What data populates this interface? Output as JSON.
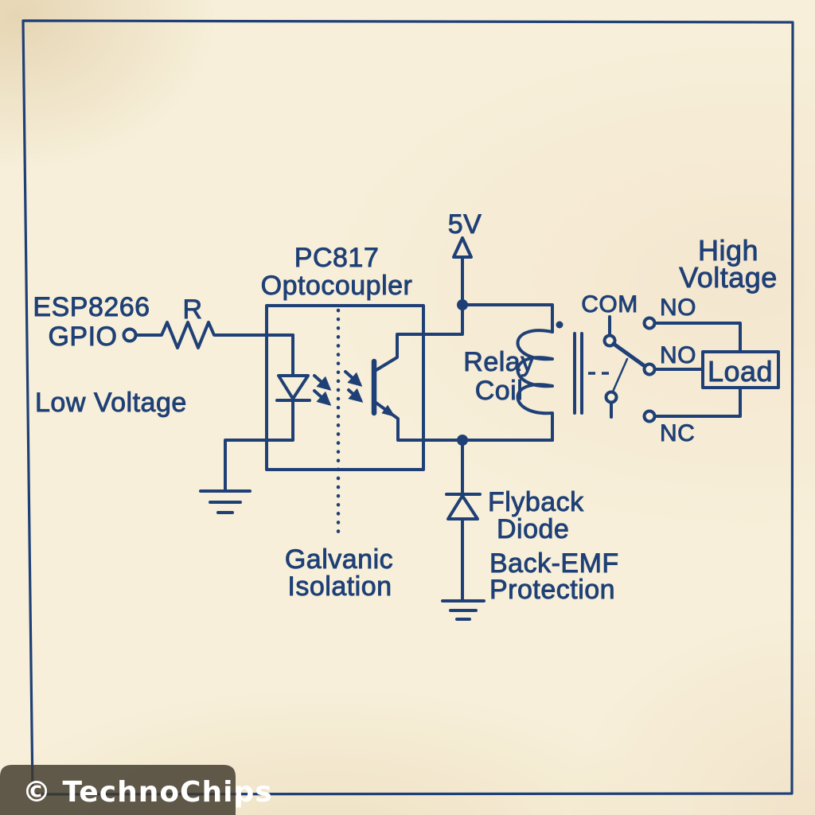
{
  "colors": {
    "ink": "#1f4076",
    "paper": "#f7efd9",
    "terminal_fill": "#f8f0da",
    "watermark_bg": "rgba(62,56,43,0.82)",
    "watermark_text": "#ffffff"
  },
  "input_side": {
    "source_line1": "ESP8266",
    "source_line2": "GPIO",
    "domain_label": "Low Voltage",
    "resistor_label": "R"
  },
  "optocoupler": {
    "part_number": "PC817",
    "device_name": "Optocoupler",
    "isolation_line1": "Galvanic",
    "isolation_line2": "Isolation"
  },
  "relay": {
    "supply_label": "5V",
    "coil_line1": "Relay",
    "coil_line2": "Coil",
    "contacts": {
      "com": "COM",
      "no_top": "NO",
      "no_mid": "NO",
      "nc": "NC"
    }
  },
  "output_side": {
    "load_label": "Load",
    "domain_line1": "High",
    "domain_line2": "Voltage"
  },
  "flyback": {
    "name_line1": "Flyback",
    "name_line2": "Diode",
    "purpose_line1": "Back-EMF",
    "purpose_line2": "Protection"
  },
  "watermark": "© TechnoChips"
}
